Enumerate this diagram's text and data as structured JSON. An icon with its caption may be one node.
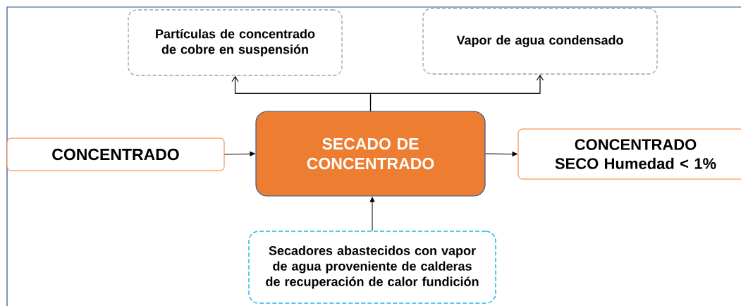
{
  "diagram": {
    "nodes": [
      {
        "text": [
          "Partículas de concentrado de cobre en suspensión"
        ]
      },
      {
        "text": [
          "Vapor de agua condensado"
        ]
      },
      {
        "text": [
          "CONCENTRADO"
        ]
      },
      {
        "text": [
          "SECADO DE CONCENTRADO"
        ]
      },
      {
        "text": [
          "CONCENTRADO SECO Humedad < 1%"
        ]
      },
      {
        "text": [
          "Secadores abastecidos con vapor de agua proveniente de calderas de recuperación de calor fundición"
        ]
      }
    ],
    "edges": [
      {
        "from": 3,
        "to": 0,
        "arrow": "to"
      },
      {
        "from": 3,
        "to": 1,
        "arrow": "to"
      },
      {
        "from": 2,
        "to": 3,
        "arrow": "to"
      },
      {
        "from": 3,
        "to": 4,
        "arrow": "to"
      },
      {
        "from": 5,
        "to": 3,
        "arrow": "to"
      }
    ]
  }
}
